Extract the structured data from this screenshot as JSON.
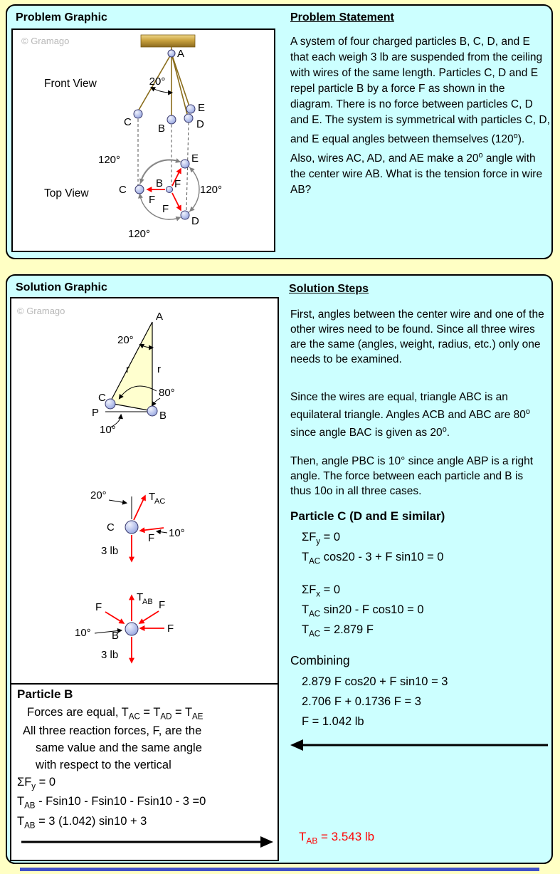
{
  "page": {
    "bg": "#FFFFC4",
    "panel_bg": "#CCFFFF",
    "accent_red": "#FF0000",
    "particle_fill": "#AEBCE8",
    "footer_bar_color": "#4050C8"
  },
  "problem": {
    "graphic_title": "Problem Graphic",
    "statement_title": "Problem Statement",
    "watermark": "© Gramago",
    "front_view_label": "Front View",
    "top_view_label": "Top View",
    "diagram": {
      "a": "A",
      "b": "B",
      "c": "C",
      "d": "D",
      "e": "E",
      "f": "F",
      "angle_20": "20°",
      "angle_120": "120°"
    },
    "statement": [
      {
        "t": "A system of four charged particles B, C, D, and E that each weigh 3 lb are suspended from the ceiling with wires of the same length. Particles C, D and E repel particle B  by a force F as shown in the diagram. There is no force between particles C, D and E. The system is symmetrical with particles C, D, and E equal angles between themselves (120"
      },
      {
        "t": "o",
        "sup": true
      },
      {
        "t": "). Also, wires  AC, AD, and AE make a 20"
      },
      {
        "t": "o",
        "sup": true
      },
      {
        "t": " angle with the center wire AB. What is the tension force in wire AB?"
      }
    ]
  },
  "solution": {
    "graphic_title": "Solution Graphic",
    "steps_title": "Solution Steps",
    "watermark": "© Gramago",
    "triangle": {
      "a": "A",
      "b": "B",
      "c": "C",
      "p": "P",
      "r": "r",
      "angle_20": "20°",
      "angle_80": "80°",
      "angle_10": "10°"
    },
    "force_c": {
      "t": "T",
      "t_sub": "AC",
      "c": "C",
      "f": "F",
      "weight": "3 lb",
      "angle_20": "20°",
      "angle_10": "10°"
    },
    "force_b": {
      "t": "T",
      "t_sub": "AB",
      "b": "B",
      "f": "F",
      "weight": "3 lb",
      "angle_10": "10°"
    },
    "particle_b": {
      "heading": "Particle B",
      "line1": [
        {
          "t": "Forces are equal, T"
        },
        {
          "t": "AC",
          "sub": true
        },
        {
          "t": " = T"
        },
        {
          "t": "AD",
          "sub": true
        },
        {
          "t": " = T"
        },
        {
          "t": "AE",
          "sub": true
        }
      ],
      "line2": "All three reaction forces, F, are the",
      "line3": "same value and the same angle",
      "line4": "with respect to the vertical",
      "eq_sum": [
        {
          "t": "ΣF"
        },
        {
          "t": "y",
          "sub": true
        },
        {
          "t": " = 0"
        }
      ],
      "eq1": [
        {
          "t": "T"
        },
        {
          "t": "AB",
          "sub": true
        },
        {
          "t": " - Fsin10 - Fsin10 - Fsin10 - 3 =0"
        }
      ],
      "eq2": [
        {
          "t": "T"
        },
        {
          "t": "AB",
          "sub": true
        },
        {
          "t": " = 3 (1.042) sin10 + 3"
        }
      ]
    },
    "steps": {
      "p1": "First, angles between the center wire and one of the other wires need to be found. Since all three wires are the same (angles, weight, radius, etc.) only one needs to be examined.",
      "p2": [
        {
          "t": "Since the wires are equal, triangle ABC is an equilateral triangle. Angles ACB and ABC are 80"
        },
        {
          "t": "o",
          "sup": true
        },
        {
          "t": " since angle BAC is given as 20"
        },
        {
          "t": "o",
          "sup": true
        },
        {
          "t": "."
        }
      ],
      "p3": "Then, angle PBC is 10° since angle ABP is a right angle. The force between each particle and B is thus 10o in all three cases.",
      "particle_c_heading": "Particle C (D and E similar)",
      "eq_y_sum": [
        {
          "t": "ΣF"
        },
        {
          "t": "y",
          "sub": true
        },
        {
          "t": " = 0"
        }
      ],
      "eq_y": [
        {
          "t": "T"
        },
        {
          "t": "AC",
          "sub": true
        },
        {
          "t": " cos20 - 3 + F sin10 = 0"
        }
      ],
      "eq_x_sum": [
        {
          "t": "ΣF"
        },
        {
          "t": "x",
          "sub": true
        },
        {
          "t": " = 0"
        }
      ],
      "eq_x": [
        {
          "t": "T"
        },
        {
          "t": "AC",
          "sub": true
        },
        {
          "t": " sin20 - F cos10 = 0"
        }
      ],
      "eq_tac": [
        {
          "t": "T"
        },
        {
          "t": "AC",
          "sub": true
        },
        {
          "t": " = 2.879 F"
        }
      ],
      "combining": "Combining",
      "comb1": "2.879 F cos20 + F sin10 = 3",
      "comb2": "2.706 F + 0.1736 F = 3",
      "comb3": "F = 1.042 lb",
      "result": [
        {
          "t": "T"
        },
        {
          "t": "AB",
          "sub": true
        },
        {
          "t": " = 3.543 lb"
        }
      ]
    }
  }
}
